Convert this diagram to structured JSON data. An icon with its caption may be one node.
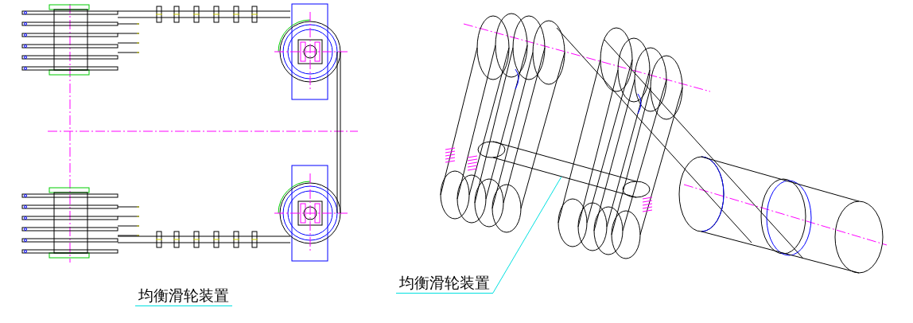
{
  "diagram": {
    "nodes": [
      {
        "text": [
          "均衡滑轮装置"
        ]
      },
      {
        "text": [],
        "shape": "bar"
      }
    ],
    "edges": [
      {
        "from": 0,
        "to": 1,
        "arrow": "none"
      }
    ],
    "labels": [
      "均衡滑轮装置"
    ]
  }
}
